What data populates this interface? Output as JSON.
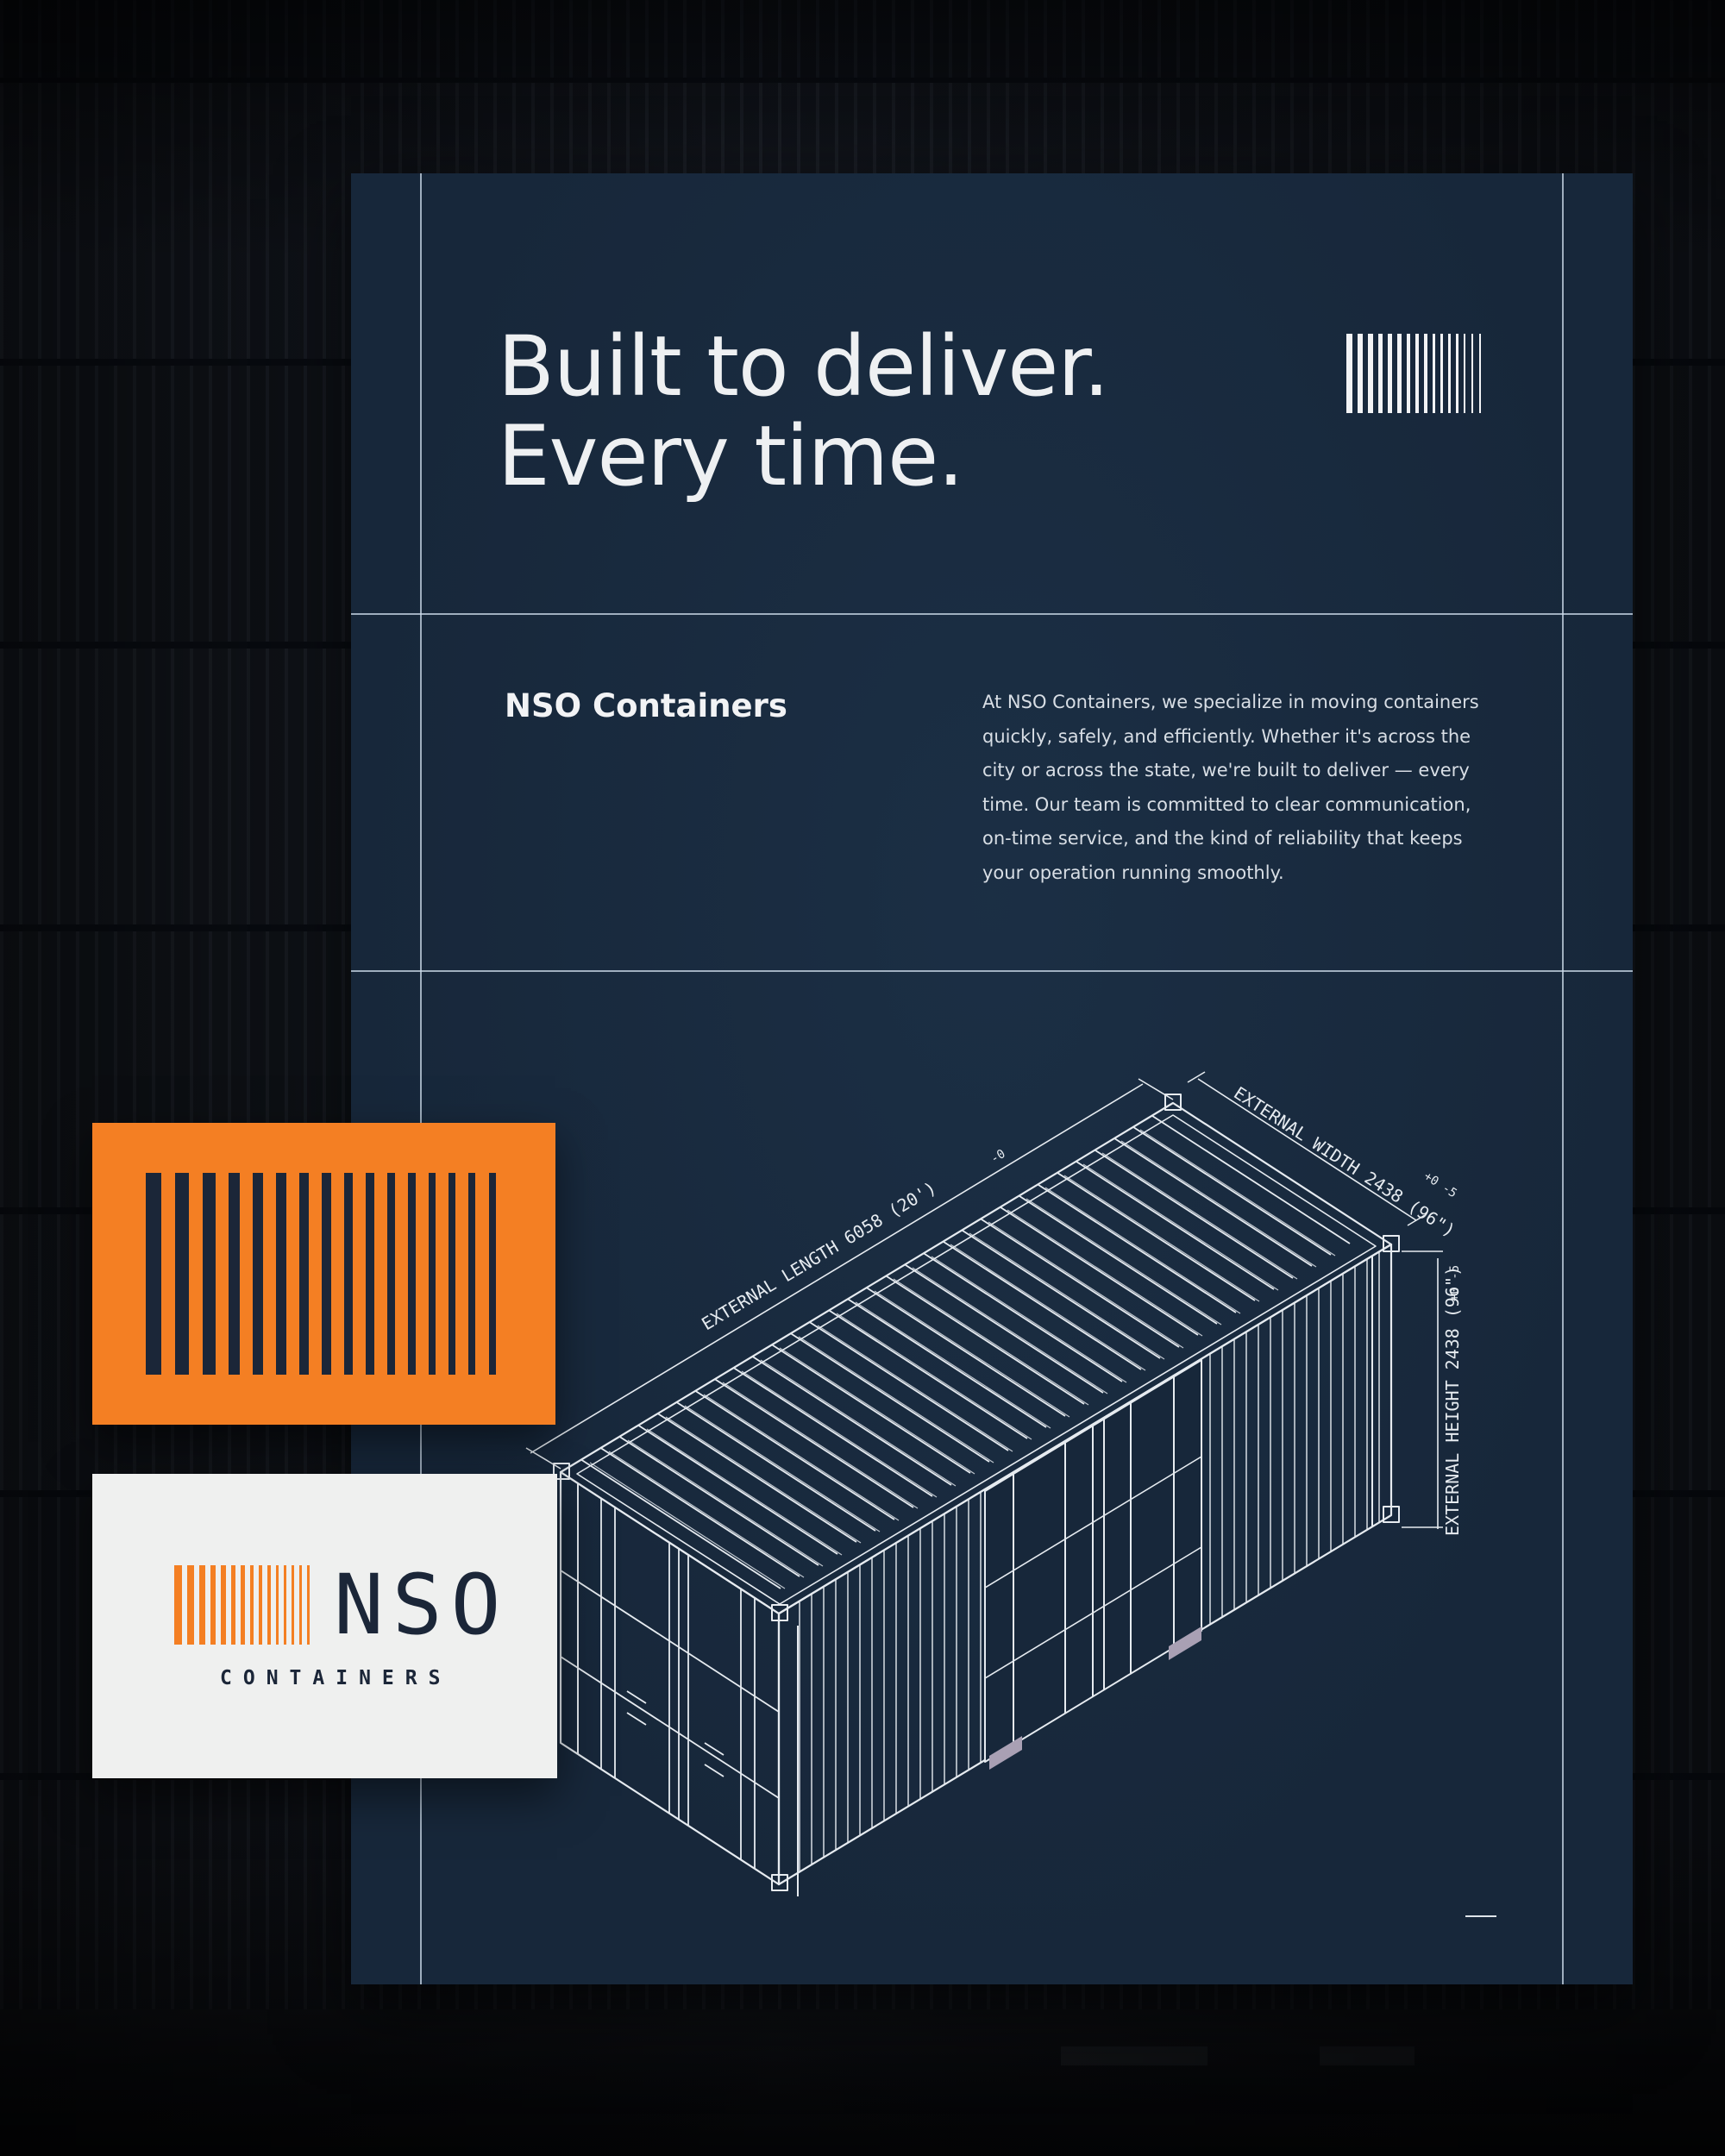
{
  "poster": {
    "headline_line1": "Built to deliver.",
    "headline_line2": "Every time.",
    "company_name": "NSO Containers",
    "description": "At NSO Containers, we specialize in moving containers quickly, safely, and efficiently. Whether it's across the city or across the state, we're built to deliver — every time. Our team is committed to clear communication, on-time service, and the kind of reliability that keeps your operation running smoothly.",
    "dimension_length": "EXTERNAL LENGTH 6058 (20')",
    "dimension_width": "EXTERNAL WIDTH 2438 (96\")",
    "dimension_height": "EXTERNAL HEIGHT 2438 (96\")",
    "tolerance_length": "-0",
    "tolerance_width": "+0 -5",
    "tolerance_height": "+0 -5"
  },
  "logo": {
    "wordmark": "NSO",
    "subtitle": "CONTAINERS"
  },
  "colors": {
    "poster_bg": "#17273a",
    "accent_orange": "#f47f23",
    "navy": "#1b2638",
    "logo_card_bg": "#eff0ef"
  },
  "icons": {
    "barcode_mark": "barcode-icon",
    "container_drawing": "container-blueprint-icon"
  }
}
